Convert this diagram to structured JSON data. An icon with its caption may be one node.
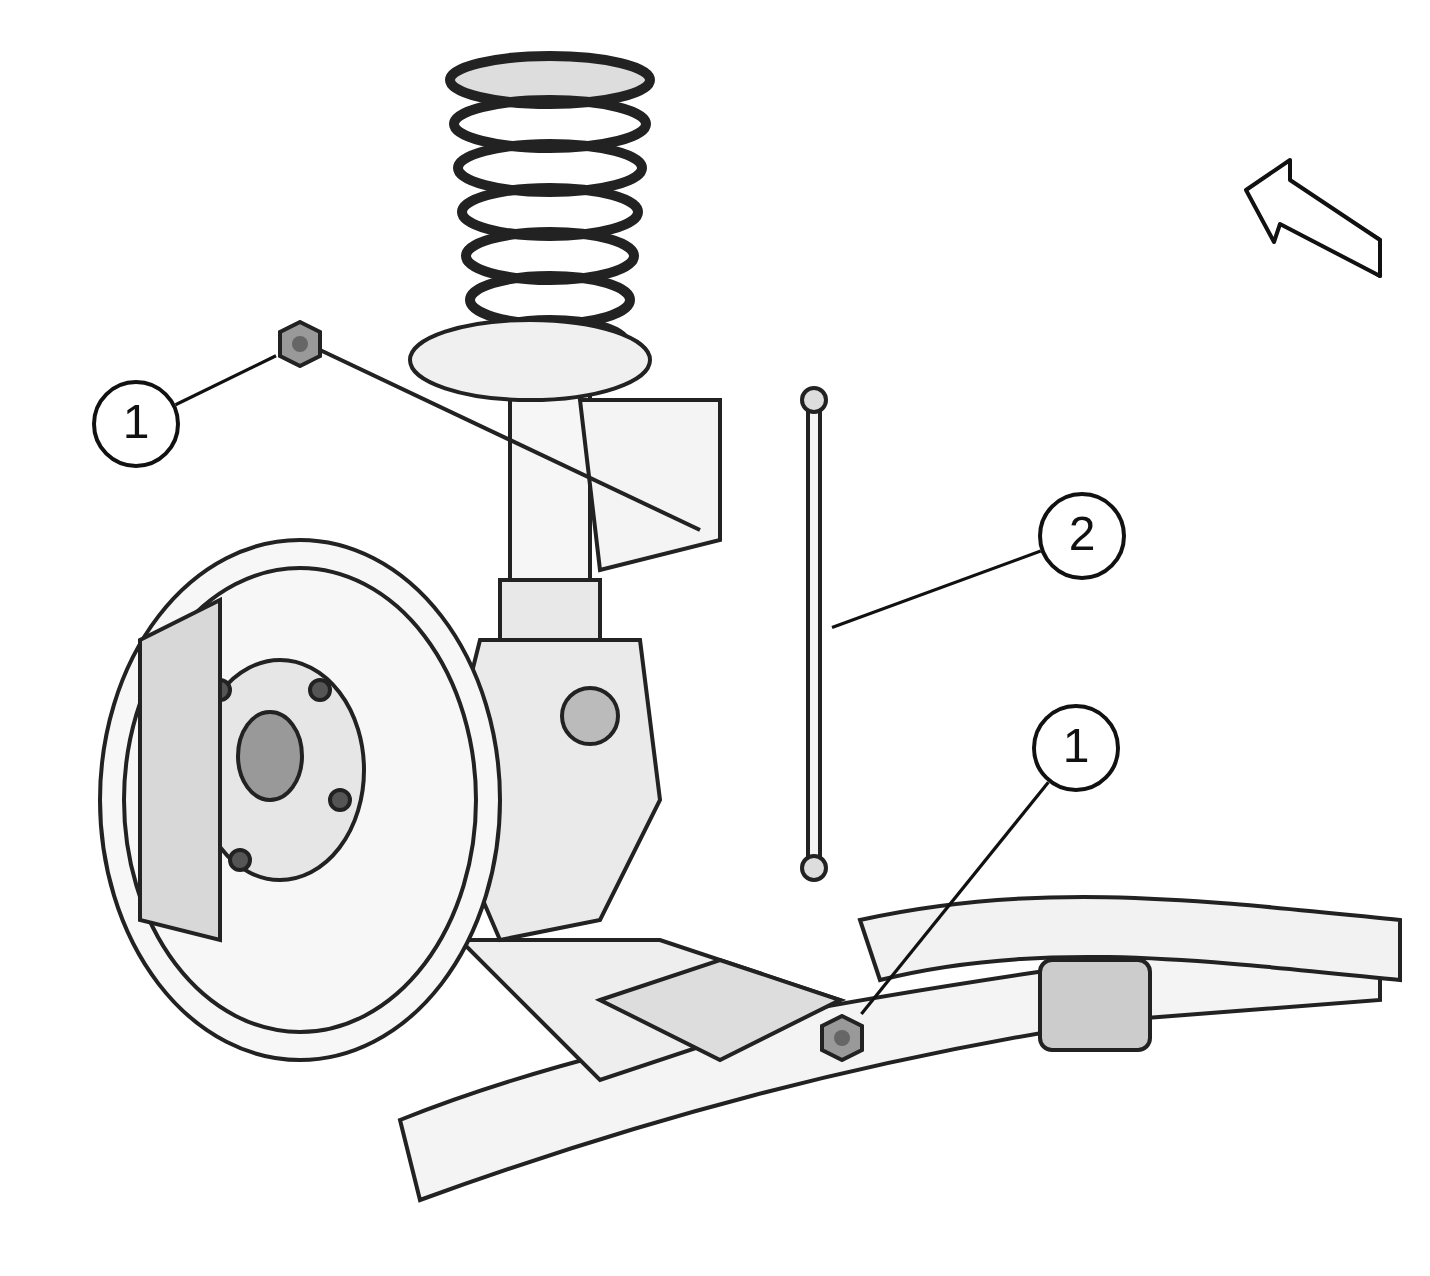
{
  "diagram": {
    "nodes": [
      {
        "text": [
          "1"
        ]
      },
      {
        "text": [
          "2"
        ]
      },
      {
        "text": [
          "1"
        ]
      },
      {
        "text": [],
        "shape": "picture"
      },
      {
        "text": [],
        "shape": "picture"
      },
      {
        "text": [],
        "shape": "picture"
      }
    ],
    "edges": [
      {
        "from": 0,
        "to": 3,
        "arrow": "none"
      },
      {
        "from": 1,
        "to": 4,
        "arrow": "none"
      },
      {
        "from": 2,
        "to": 5,
        "arrow": "none"
      }
    ]
  }
}
